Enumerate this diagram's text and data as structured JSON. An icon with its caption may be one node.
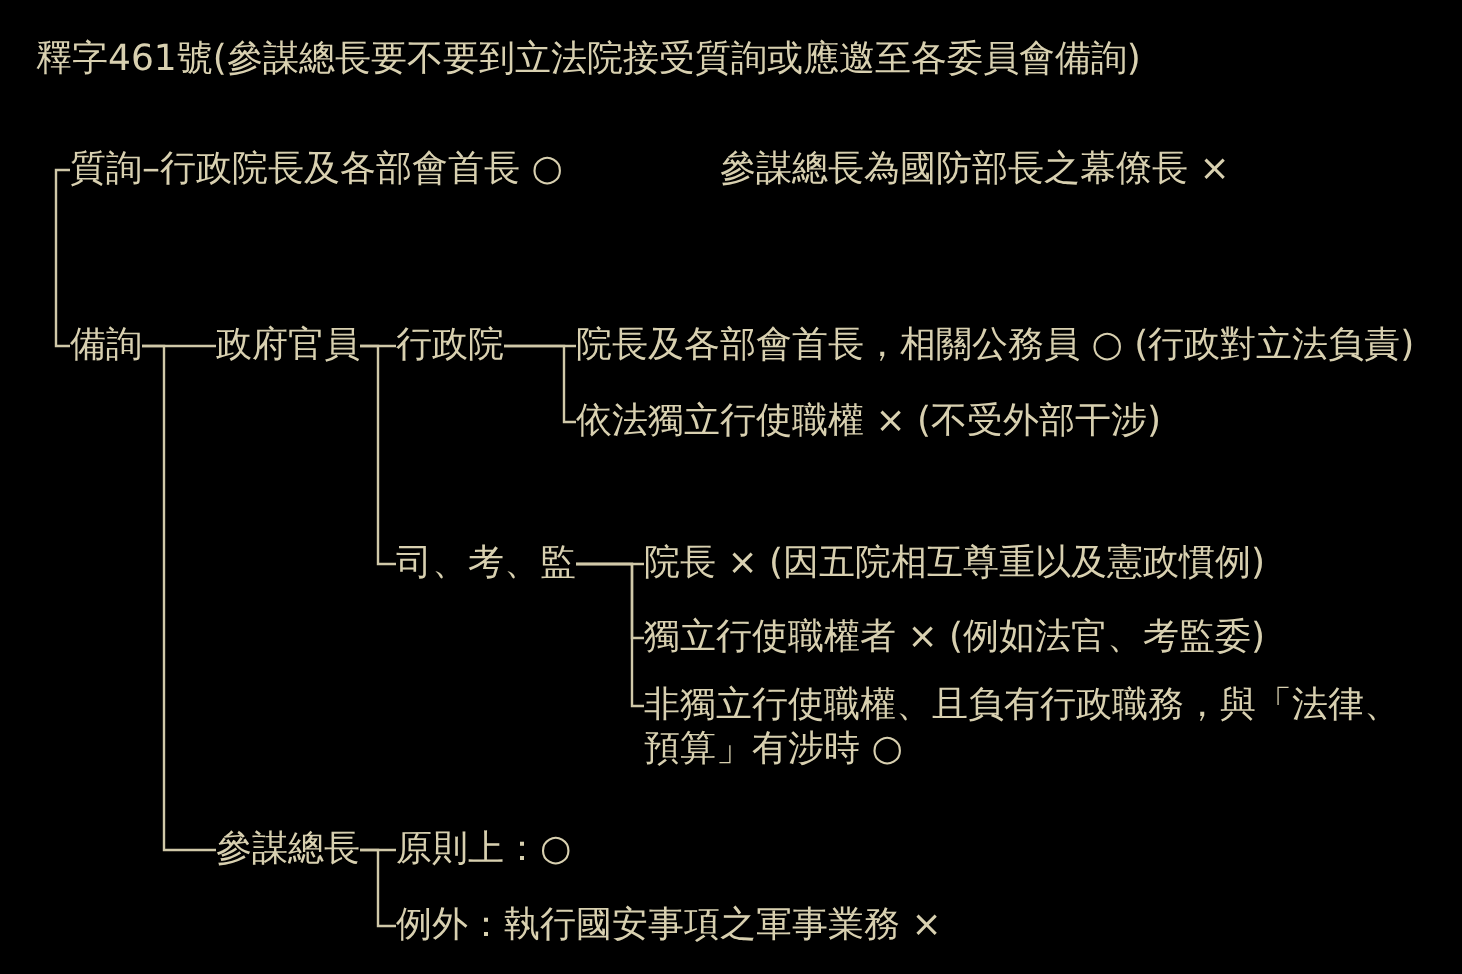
{
  "diagram": {
    "title": "釋字461號(參謀總長要不要到立法院接受質詢或應邀至各委員會備詢)",
    "nodes": [
      {
        "text": [
          "質詢–行政院長及各部會首長 ○"
        ]
      },
      {
        "text": [
          "備詢"
        ]
      },
      {
        "text": [
          "政府官員"
        ]
      },
      {
        "text": [
          "行政院"
        ]
      },
      {
        "text": [
          "院長及各部會首長，相關公務員 ○ (行政對立法負責)"
        ]
      },
      {
        "text": [
          "依法獨立行使職權 × (不受外部干涉)"
        ]
      },
      {
        "text": [
          "司、考、監"
        ]
      },
      {
        "text": [
          "院長 × (因五院相互尊重以及憲政慣例)"
        ]
      },
      {
        "text": [
          "獨立行使職權者 × (例如法官、考監委)"
        ]
      },
      {
        "text": [
          "非獨立行使職權、且負有行政職務，與「法律、預算」有涉時 ○"
        ]
      },
      {
        "text": [
          "參謀總長"
        ]
      },
      {
        "text": [
          "原則上：○"
        ]
      },
      {
        "text": [
          "例外：執行國安事項之軍事業務 ×"
        ]
      }
    ],
    "edges": [
      {
        "from": 0,
        "to": 1,
        "arrow": "none"
      },
      {
        "from": 1,
        "to": 2,
        "arrow": "none"
      },
      {
        "from": 1,
        "to": 10,
        "arrow": "none"
      },
      {
        "from": 2,
        "to": 3,
        "arrow": "none"
      },
      {
        "from": 2,
        "to": 6,
        "arrow": "none"
      },
      {
        "from": 3,
        "to": 4,
        "arrow": "none"
      },
      {
        "from": 3,
        "to": 5,
        "arrow": "none"
      },
      {
        "from": 6,
        "to": 7,
        "arrow": "none"
      },
      {
        "from": 6,
        "to": 8,
        "arrow": "none"
      },
      {
        "from": 6,
        "to": 9,
        "arrow": "none"
      },
      {
        "from": 10,
        "to": 11,
        "arrow": "none"
      },
      {
        "from": 10,
        "to": 12,
        "arrow": "none"
      }
    ],
    "labels": [
      "參謀總長為國防部長之幕僚長 ×"
    ]
  }
}
